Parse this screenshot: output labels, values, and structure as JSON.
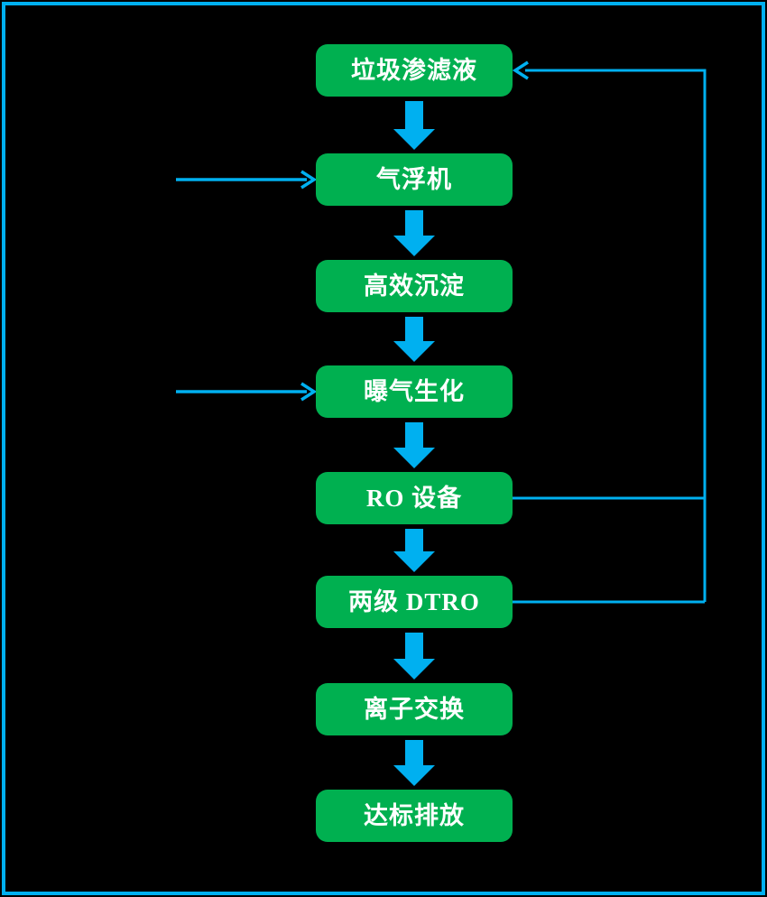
{
  "diagram": {
    "type": "flowchart",
    "direction": "top-down",
    "steps": [
      {
        "label": "垃圾渗滤液"
      },
      {
        "label": "气浮机"
      },
      {
        "label": "高效沉淀"
      },
      {
        "label": "曝气生化"
      },
      {
        "label": "RO 设备"
      },
      {
        "label": "两级 DTRO"
      },
      {
        "label": "离子交换"
      },
      {
        "label": "达标排放"
      }
    ],
    "edges": [
      {
        "from": 0,
        "to": 1,
        "style": "block-arrow"
      },
      {
        "from": 1,
        "to": 2,
        "style": "block-arrow"
      },
      {
        "from": 2,
        "to": 3,
        "style": "block-arrow"
      },
      {
        "from": 3,
        "to": 4,
        "style": "block-arrow"
      },
      {
        "from": 4,
        "to": 5,
        "style": "block-arrow"
      },
      {
        "from": 5,
        "to": 6,
        "style": "block-arrow"
      },
      {
        "from": 6,
        "to": 7,
        "style": "block-arrow"
      },
      {
        "from": 4,
        "to": 0,
        "style": "thin-recycle-line"
      },
      {
        "from": 5,
        "to": 0,
        "style": "thin-recycle-line"
      },
      {
        "from": "left-outside",
        "to": 1,
        "style": "thin-arrow"
      },
      {
        "from": "left-outside",
        "to": 3,
        "style": "thin-arrow"
      }
    ],
    "colors": {
      "background": "#000000",
      "frame_border": "#00B0F0",
      "node_fill": "#00B050",
      "node_text": "#FFFFFF",
      "connector": "#00B0F0"
    }
  }
}
